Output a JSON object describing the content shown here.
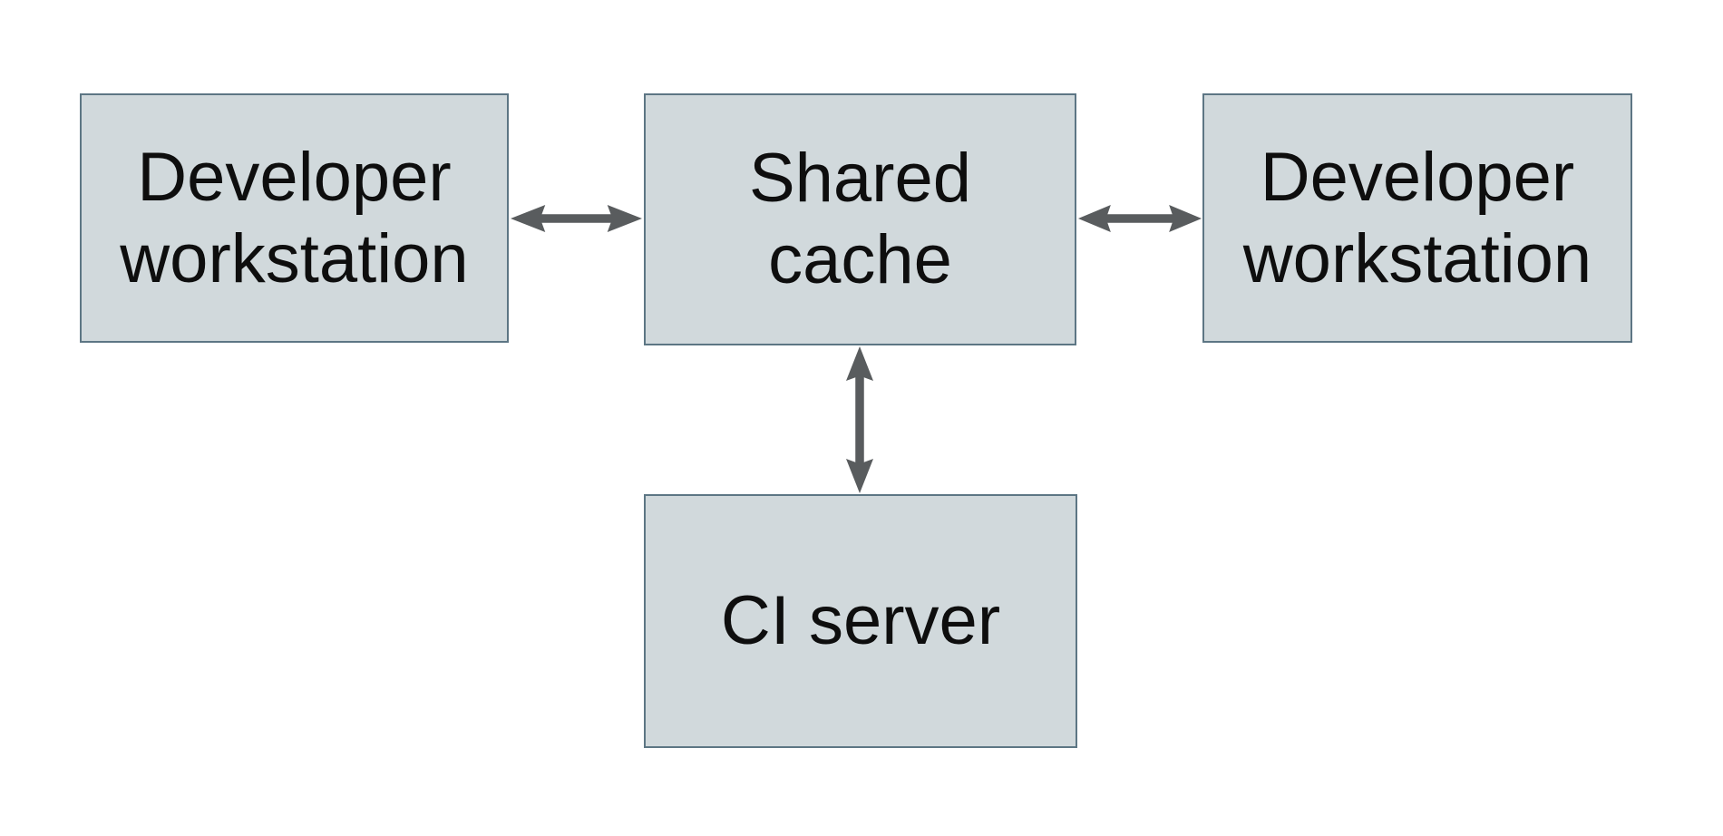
{
  "page": {
    "colors": {
      "page_background": "#ffffff",
      "node_fill": "#d1d9dc",
      "node_border": "#5d7684",
      "arrow": "#595c5e",
      "text": "#0e0e0e"
    }
  },
  "diagram": {
    "type": "architecture-diagram",
    "nodes": [
      {
        "id": "developer-workstation-left",
        "label": "Developer workstation",
        "label_lines": [
          "Developer",
          "workstation"
        ]
      },
      {
        "id": "shared-cache",
        "label": "Shared cache",
        "label_lines": [
          "Shared",
          "cache"
        ]
      },
      {
        "id": "developer-workstation-right",
        "label": "Developer workstation",
        "label_lines": [
          "Developer",
          "workstation"
        ]
      },
      {
        "id": "ci-server",
        "label": "CI server",
        "label_lines": [
          "CI server"
        ]
      }
    ],
    "edges": [
      {
        "from": "developer-workstation-left",
        "to": "shared-cache",
        "direction": "bidirectional",
        "orientation": "horizontal"
      },
      {
        "from": "shared-cache",
        "to": "developer-workstation-right",
        "direction": "bidirectional",
        "orientation": "horizontal"
      },
      {
        "from": "shared-cache",
        "to": "ci-server",
        "direction": "bidirectional",
        "orientation": "vertical"
      }
    ]
  }
}
